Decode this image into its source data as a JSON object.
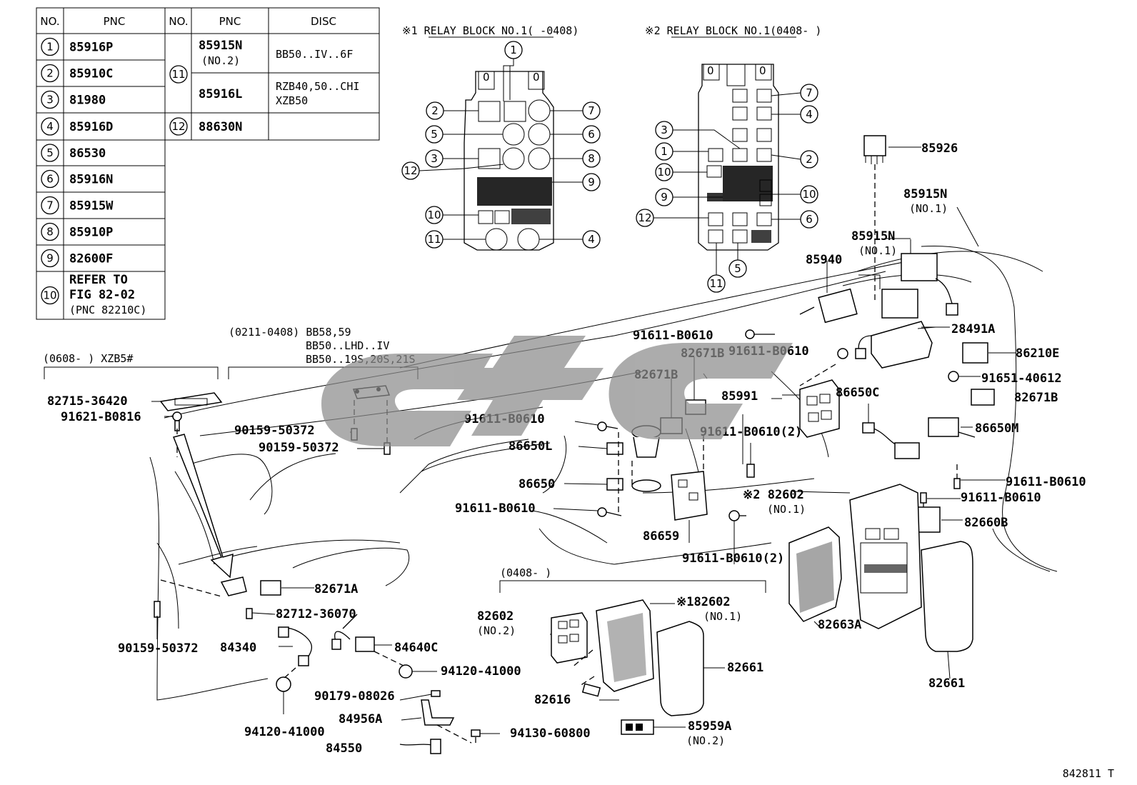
{
  "table": {
    "headers": {
      "no": "NO.",
      "pnc": "PNC",
      "disc": "DISC"
    },
    "left_rows": [
      {
        "no": "1",
        "pnc": "85916P"
      },
      {
        "no": "2",
        "pnc": "85910C"
      },
      {
        "no": "3",
        "pnc": "81980"
      },
      {
        "no": "4",
        "pnc": "85916D"
      },
      {
        "no": "5",
        "pnc": "86530"
      },
      {
        "no": "6",
        "pnc": "85916N"
      },
      {
        "no": "7",
        "pnc": "85915W"
      },
      {
        "no": "8",
        "pnc": "85910P"
      },
      {
        "no": "9",
        "pnc": "82600F"
      },
      {
        "no": "10",
        "pnc_lines": [
          "REFER TO",
          "FIG 82-02",
          "(PNC 82210C)"
        ]
      }
    ],
    "right_rows": [
      {
        "no": "11",
        "pnc": "85915N",
        "pnc_sub": "(NO.2)",
        "disc": "BB50..IV..6F"
      },
      {
        "no": "",
        "pnc": "85916L",
        "disc_lines": [
          "RZB40,50..CHI",
          "XZB50"
        ]
      },
      {
        "no": "12",
        "pnc": "88630N",
        "disc": ""
      }
    ]
  },
  "relay_blocks": {
    "block1_title": "※1 RELAY BLOCK NO.1(      -0408)",
    "block2_title": "※2 RELAY BLOCK NO.1(0408-      )"
  },
  "variant_notes": {
    "left_range": "(0608-      ) XZB5#",
    "mid_range": "(0211-0408) BB58,59",
    "mid_line2": "BB50..LHD..IV",
    "mid_line3": "BB50..19S,20S,21S",
    "lower_range": "(0408-      )"
  },
  "parts": [
    {
      "id": "85926",
      "text": "85926"
    },
    {
      "id": "85915N-a",
      "text": "85915N",
      "sub": "(NO.1)"
    },
    {
      "id": "85915N-b",
      "text": "85915N",
      "sub": "(NO.1)"
    },
    {
      "id": "85940",
      "text": "85940"
    },
    {
      "id": "28491A",
      "text": "28491A"
    },
    {
      "id": "86210E",
      "text": "86210E"
    },
    {
      "id": "91651-40612",
      "text": "91651-40612"
    },
    {
      "id": "82671B-r",
      "text": "82671B"
    },
    {
      "id": "86650M",
      "text": "86650M"
    },
    {
      "id": "86650C",
      "text": "86650C"
    },
    {
      "id": "91611-B0610-r1",
      "text": "91611-B0610"
    },
    {
      "id": "91611-B0610-r2",
      "text": "91611-B0610"
    },
    {
      "id": "82660B",
      "text": "82660B"
    },
    {
      "id": "82661-r",
      "text": "82661"
    },
    {
      "id": "82663A",
      "text": "82663A"
    },
    {
      "id": "82602-no1",
      "text": "※2 82602",
      "sub": "(NO.1)"
    },
    {
      "id": "91611-B0610-2a",
      "text": "91611-B0610(2)"
    },
    {
      "id": "91611-B0610-2b",
      "text": "91611-B0610(2)"
    },
    {
      "id": "85991",
      "text": "85991"
    },
    {
      "id": "91611-B0610-t1",
      "text": "91611-B0610"
    },
    {
      "id": "91611-B0610-t2",
      "text": "91611-B0610"
    },
    {
      "id": "82671B-a",
      "text": "82671B"
    },
    {
      "id": "82671B-b",
      "text": "82671B"
    },
    {
      "id": "91611-B0610-m1",
      "text": "91611-B0610"
    },
    {
      "id": "86650L",
      "text": "86650L"
    },
    {
      "id": "86650",
      "text": "86650"
    },
    {
      "id": "91611-B0610-m2",
      "text": "91611-B0610"
    },
    {
      "id": "86659",
      "text": "86659"
    },
    {
      "id": "82715-36420",
      "text": "82715-36420"
    },
    {
      "id": "91621-B0816",
      "text": "91621-B0816"
    },
    {
      "id": "90159-50372-a",
      "text": "90159-50372"
    },
    {
      "id": "90159-50372-b",
      "text": "90159-50372"
    },
    {
      "id": "90159-50372-c",
      "text": "90159-50372"
    },
    {
      "id": "82671A",
      "text": "82671A"
    },
    {
      "id": "82712-36070",
      "text": "82712-36070"
    },
    {
      "id": "84340",
      "text": "84340"
    },
    {
      "id": "84640C",
      "text": "84640C"
    },
    {
      "id": "94120-41000-a",
      "text": "94120-41000"
    },
    {
      "id": "94120-41000-b",
      "text": "94120-41000"
    },
    {
      "id": "90179-08026",
      "text": "90179-08026"
    },
    {
      "id": "84956A",
      "text": "84956A"
    },
    {
      "id": "94130-60800",
      "text": "94130-60800"
    },
    {
      "id": "84550",
      "text": "84550"
    },
    {
      "id": "82602-no2",
      "text": "82602",
      "sub": "(NO.2)"
    },
    {
      "id": "82602-no1b",
      "text": "※182602",
      "sub": "(NO.1)"
    },
    {
      "id": "82661-m",
      "text": "82661"
    },
    {
      "id": "82616",
      "text": "82616"
    },
    {
      "id": "85959A",
      "text": "85959A",
      "sub": "(NO.2)"
    }
  ],
  "figure_code": "842811 T",
  "watermark": "ctc"
}
